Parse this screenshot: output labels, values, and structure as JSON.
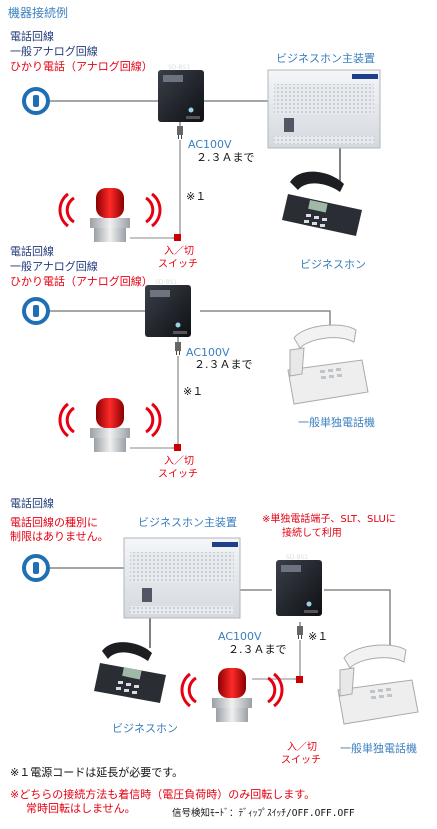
{
  "page_title": "機器接続例",
  "section1": {
    "line_title": "電話回線",
    "line_analog": "一般アナログ回線",
    "line_hikari": "ひかり電話（アナログ回線）",
    "pbx_label": "ビジネスホン主装置",
    "ac_power": "AC100V",
    "ac_current": "２.３Ａまで",
    "note_ref": "※１",
    "switch_on_off": "入／切",
    "switch_label": "スイッチ",
    "phone_label": "ビジネスホン",
    "device_model": "SD-BS1"
  },
  "section2": {
    "line_title": "電話回線",
    "line_analog": "一般アナログ回線",
    "line_hikari": "ひかり電話（アナログ回線）",
    "ac_power": "AC100V",
    "ac_current": "２.３Ａまで",
    "note_ref": "※１",
    "switch_on_off": "入／切",
    "switch_label": "スイッチ",
    "phone_label": "一般単独電話機",
    "device_model": "SD-BS1"
  },
  "section3": {
    "line_title": "電話回線",
    "line_note_1": "電話回線の種別に",
    "line_note_2": "制限はありません。",
    "pbx_label": "ビジネスホン主装置",
    "slt_note_1": "※単独電話端子、SLT、SLUに",
    "slt_note_2": "接続して利用",
    "ac_power": "AC100V",
    "ac_current": "２.３Ａまで",
    "note_ref": "※１",
    "switch_on_off": "入／切",
    "switch_label": "スイッチ",
    "bizphone_label": "ビジネスホン",
    "single_phone_label": "一般単独電話機",
    "device_model": "SD-BS1"
  },
  "footer": {
    "note1": "※１電源コードは延長が必要です。",
    "note2_line1": "※どちらの接続方法も着信時（電圧負荷時）のみ回転します。",
    "note2_line2": "常時回転はしません。",
    "detect_mode": "信号検知ﾓｰﾄﾞ：ﾃﾞｨｯﾌﾟｽｲｯﾁ/OFF.OFF.OFF"
  },
  "colors": {
    "blue_text": "#3a7fbf",
    "red_text": "#e60012",
    "line_blue": "#1f6fb5",
    "lamp_red": "#cc0000"
  },
  "icons": [
    "phone-line-icon",
    "rotating-lamp-icon",
    "switch-icon",
    "plug-icon",
    "pbx-unit-icon",
    "business-phone-icon",
    "single-phone-icon"
  ]
}
